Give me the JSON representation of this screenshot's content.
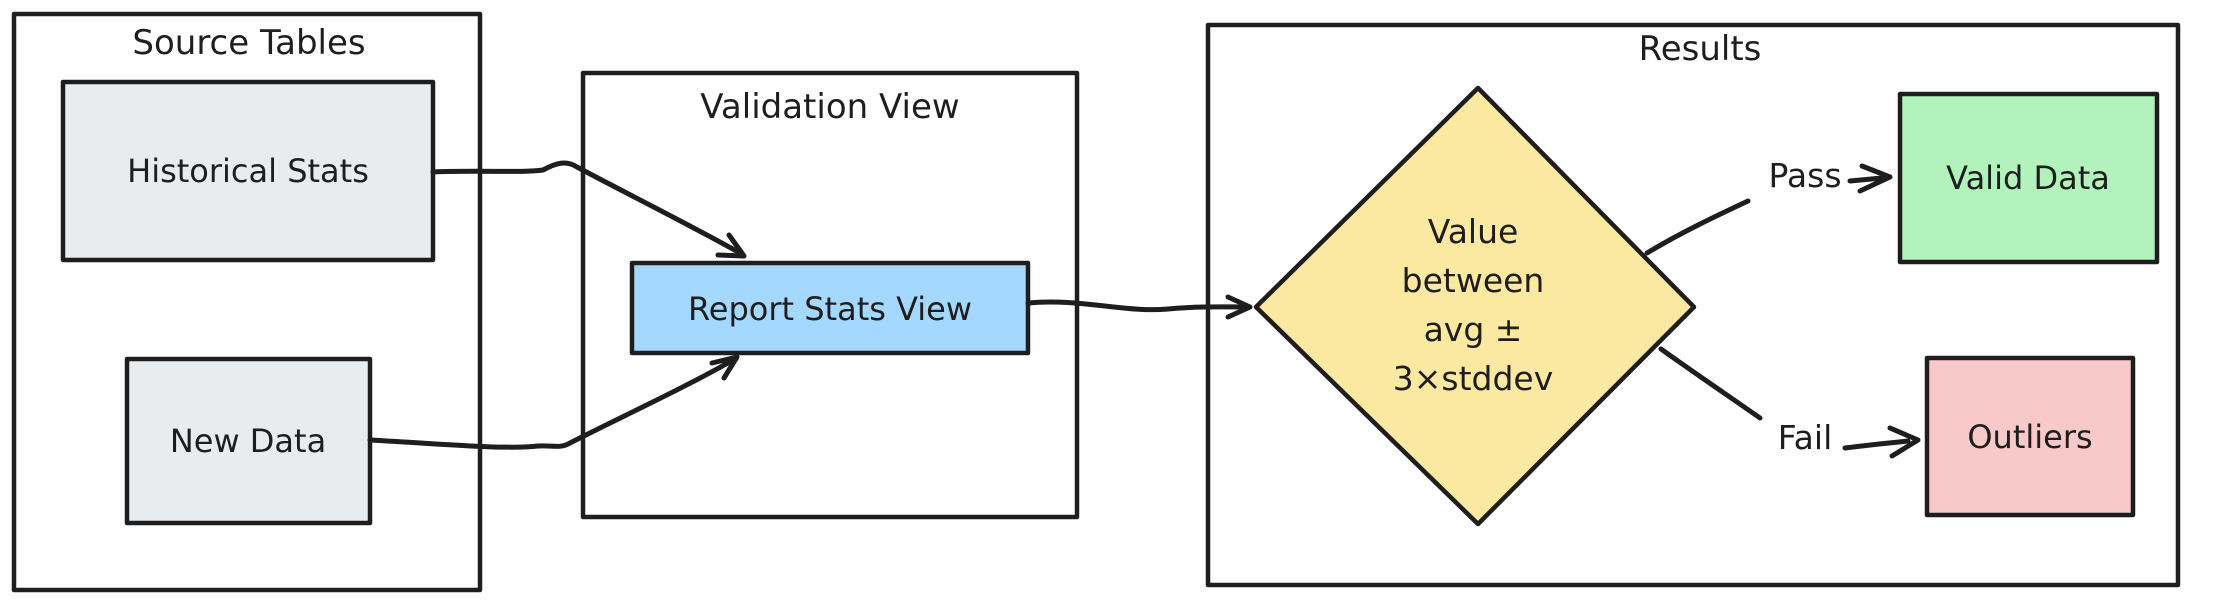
{
  "diagram": {
    "description": "Hand-drawn style data validation flow diagram",
    "containers": {
      "source": {
        "title": "Source Tables"
      },
      "validation": {
        "title": "Validation View"
      },
      "results": {
        "title": "Results"
      }
    },
    "nodes": {
      "historical": {
        "label": "Historical Stats",
        "fill": "#e9ecef"
      },
      "new_data": {
        "label": "New Data",
        "fill": "#e9ecef"
      },
      "report_view": {
        "label": "Report Stats View",
        "fill": "#a5d8ff"
      },
      "decision": {
        "lines": [
          "Value",
          "between",
          "avg ±",
          "3×stddev"
        ],
        "fill": "#fce9a1",
        "shape": "diamond"
      },
      "valid_data": {
        "label": "Valid Data",
        "fill": "#b2f2bb"
      },
      "outliers": {
        "label": "Outliers",
        "fill": "#f8c9c9"
      }
    },
    "edges": {
      "pass_label": "Pass",
      "fail_label": "Fail"
    },
    "colors": {
      "stroke": "#1e1e1e",
      "background": "#ffffff",
      "gray": "#e9ecef",
      "blue": "#a5d8ff",
      "yellow": "#fce9a1",
      "green": "#b2f2bb",
      "pink": "#f8c9c9"
    }
  }
}
